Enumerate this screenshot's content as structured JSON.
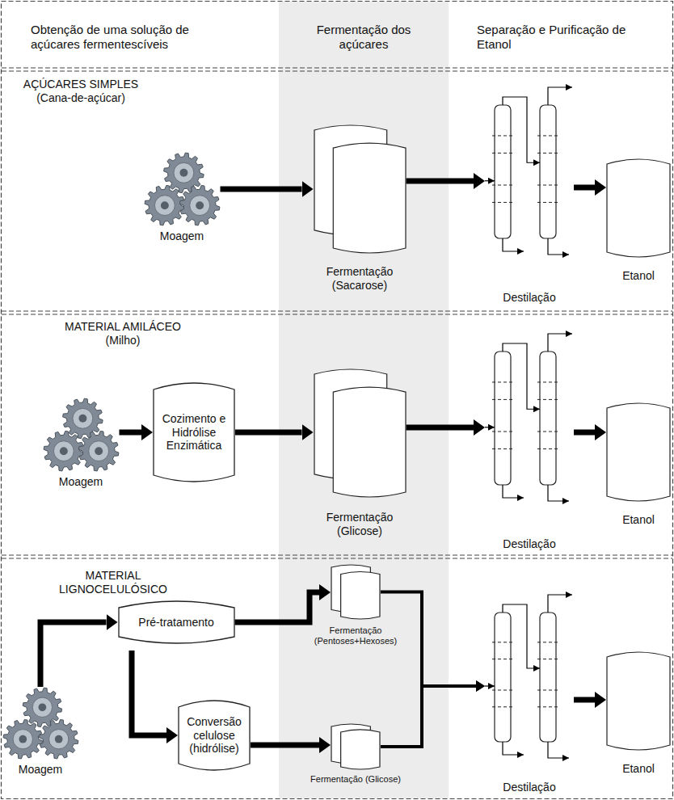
{
  "diagram": {
    "nodes": [
      {
        "text": [
          "AÇÚCARES SIMPLES (Cana-de-açúcar)"
        ]
      },
      {
        "text": [
          "Moagem"
        ],
        "in": 0
      },
      {
        "text": [
          "Fermentação (Sacarose)"
        ],
        "in": 0
      },
      {
        "text": [
          "Destilação"
        ],
        "in": 0
      },
      {
        "text": [
          "Etanol"
        ],
        "in": 0
      },
      {
        "text": [
          "MATERIAL AMILÁCEO (Milho)"
        ]
      },
      {
        "text": [
          "Moagem"
        ],
        "in": 5
      },
      {
        "text": [
          "Cozimento e Hidrólise Enzimática"
        ],
        "in": 5
      },
      {
        "text": [
          "Fermentação (Glicose)"
        ],
        "in": 5
      },
      {
        "text": [
          "Destilação"
        ],
        "in": 5
      },
      {
        "text": [
          "Etanol"
        ],
        "in": 5
      },
      {
        "text": [
          "MATERIAL LIGNOCELULÓSICO"
        ]
      },
      {
        "text": [
          "Moagem"
        ],
        "in": 11
      },
      {
        "text": [
          "Pré-tratamento"
        ],
        "in": 11
      },
      {
        "text": [
          "Conversão celulose (hidrólise)"
        ],
        "in": 11
      },
      {
        "text": [
          "Fermentação (Pentoses+Hexoses)"
        ],
        "in": 11
      },
      {
        "text": [
          "Fermentação (Glicose)"
        ],
        "in": 11
      },
      {
        "text": [
          "Destilação"
        ],
        "in": 11
      },
      {
        "text": [
          "Etanol"
        ],
        "in": 11
      }
    ],
    "edges": [
      {
        "from": 1,
        "to": 2,
        "arrow": "to"
      },
      {
        "from": 2,
        "to": 3,
        "arrow": "to"
      },
      {
        "from": 3,
        "to": 4,
        "arrow": "to"
      },
      {
        "from": 6,
        "to": 7,
        "arrow": "to"
      },
      {
        "from": 7,
        "to": 8,
        "arrow": "to"
      },
      {
        "from": 8,
        "to": 9,
        "arrow": "to"
      },
      {
        "from": 9,
        "to": 10,
        "arrow": "to"
      },
      {
        "from": 12,
        "to": 13,
        "arrow": "to"
      },
      {
        "from": 13,
        "to": 15,
        "arrow": "to"
      },
      {
        "from": 13,
        "to": 14,
        "arrow": "to"
      },
      {
        "from": 14,
        "to": 16,
        "arrow": "to"
      },
      {
        "from": 15,
        "to": 17,
        "arrow": "to"
      },
      {
        "from": 16,
        "to": 17,
        "arrow": "to"
      },
      {
        "from": 17,
        "to": 18,
        "arrow": "to"
      }
    ],
    "labels": [
      "Obtenção de uma solução de açúcares fermentescíveis",
      "Fermentação dos açúcares",
      "Separação e Purificação de Etanol"
    ]
  }
}
